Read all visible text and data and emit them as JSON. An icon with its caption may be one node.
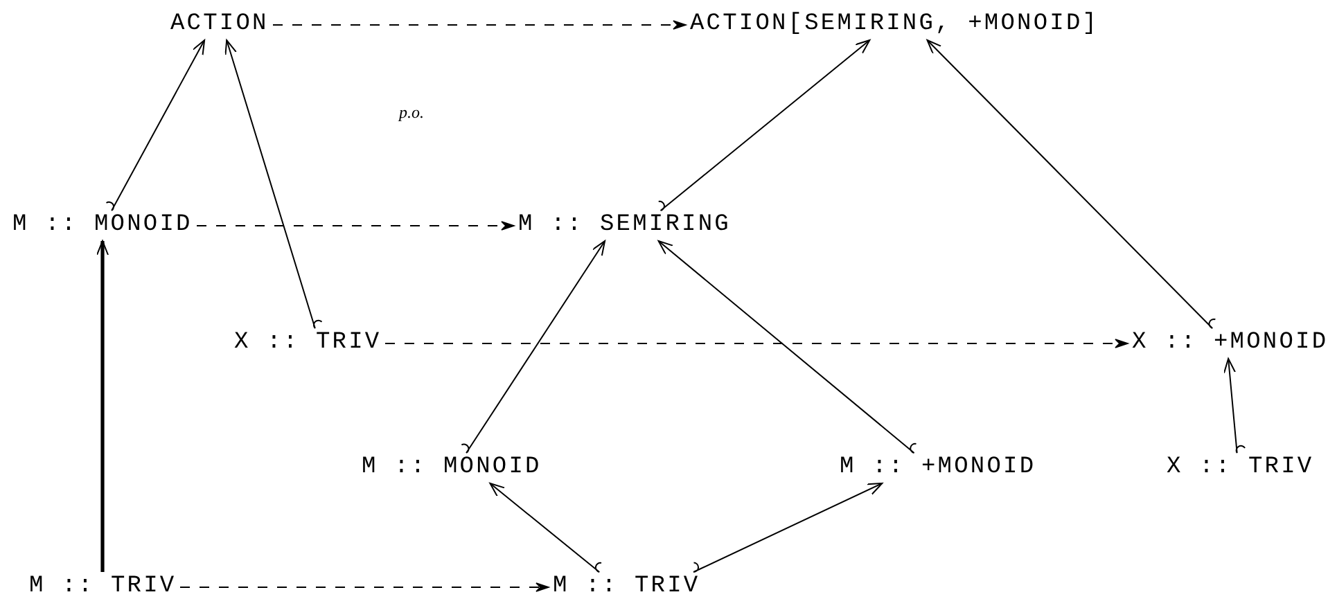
{
  "diagram": {
    "nodes": [
      {
        "text": [
          "ACTION"
        ]
      },
      {
        "text": [
          "ACTION[SEMIRING, +MONOID]"
        ]
      },
      {
        "text": [
          "M :: MONOID"
        ]
      },
      {
        "text": [
          "M :: SEMIRING"
        ]
      },
      {
        "text": [
          "X :: TRIV"
        ]
      },
      {
        "text": [
          "X :: +MONOID"
        ]
      },
      {
        "text": [
          "M :: MONOID"
        ]
      },
      {
        "text": [
          "M :: +MONOID"
        ]
      },
      {
        "text": [
          "X :: TRIV"
        ]
      },
      {
        "text": [
          "M :: TRIV"
        ]
      },
      {
        "text": [
          "M :: TRIV"
        ]
      }
    ],
    "edges": [
      {
        "from": 0,
        "to": 1,
        "arrow": "to",
        "style": "dashed"
      },
      {
        "from": 2,
        "to": 0,
        "arrow": "to"
      },
      {
        "from": 4,
        "to": 0,
        "arrow": "to"
      },
      {
        "from": 2,
        "to": 3,
        "arrow": "to",
        "style": "dashed"
      },
      {
        "from": 3,
        "to": 1,
        "arrow": "to"
      },
      {
        "from": 5,
        "to": 1,
        "arrow": "to"
      },
      {
        "from": 4,
        "to": 5,
        "arrow": "to",
        "style": "dashed"
      },
      {
        "from": 6,
        "to": 3,
        "arrow": "to"
      },
      {
        "from": 7,
        "to": 3,
        "arrow": "to"
      },
      {
        "from": 8,
        "to": 5,
        "arrow": "to"
      },
      {
        "from": 9,
        "to": 2,
        "arrow": "to",
        "style": "thick"
      },
      {
        "from": 9,
        "to": 10,
        "arrow": "to",
        "style": "dashed"
      },
      {
        "from": 10,
        "to": 6,
        "arrow": "to"
      },
      {
        "from": 10,
        "to": 7,
        "arrow": "to"
      }
    ],
    "labels": [
      "p.o."
    ]
  }
}
